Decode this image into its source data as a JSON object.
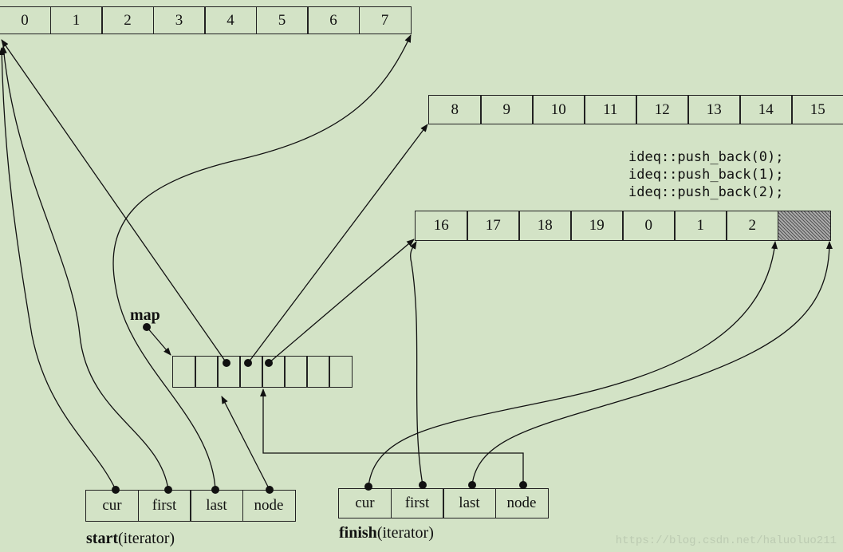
{
  "buffers": [
    {
      "cells": [
        "0",
        "1",
        "2",
        "3",
        "4",
        "5",
        "6",
        "7"
      ]
    },
    {
      "cells": [
        "8",
        "9",
        "10",
        "11",
        "12",
        "13",
        "14",
        "15"
      ]
    },
    {
      "cells": [
        "16",
        "17",
        "18",
        "19",
        "0",
        "1",
        "2",
        ""
      ]
    }
  ],
  "code_lines": [
    "ideq::push_back(0);",
    "ideq::push_back(1);",
    "ideq::push_back(2);"
  ],
  "map_label": "map",
  "start": {
    "fields": [
      "cur",
      "first",
      "last",
      "node"
    ],
    "title_bold": "start",
    "title_rest": "(iterator)"
  },
  "finish": {
    "fields": [
      "cur",
      "first",
      "last",
      "node"
    ],
    "title_bold": "finish",
    "title_rest": "(iterator)"
  },
  "watermark": "https://blog.csdn.net/haluoluo211"
}
